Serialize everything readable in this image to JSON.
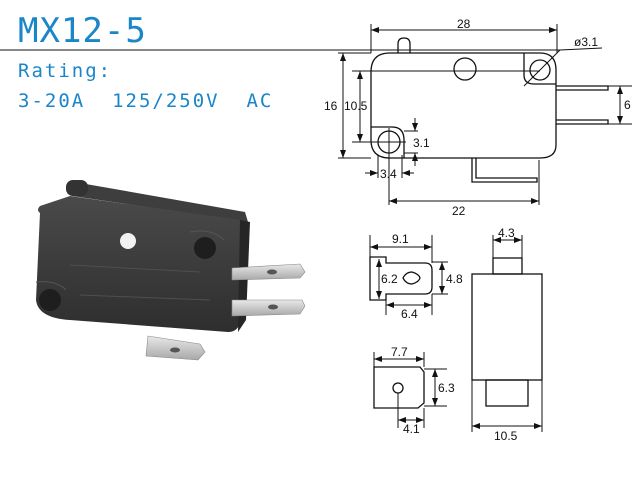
{
  "header": {
    "model": "MX12-5",
    "rating_label": "Rating:",
    "rating_value": "3-20A  125/250V  AC"
  },
  "colors": {
    "title": "#1a86c8",
    "line": "#111111",
    "switch_body": "#3a3a3a"
  },
  "photo": {
    "description": "black micro switch with three terminals"
  },
  "front_view": {
    "dims": {
      "width": "28",
      "hole_dia": "ø3.1",
      "height": "16",
      "hole_spacing_v": "10.5",
      "terminal_spacing": "6",
      "hole_offset_v": "3.1",
      "hole_offset_h": "3.4",
      "hole_spacing_h": "22"
    }
  },
  "terminal_top": {
    "dims": {
      "length": "9.1",
      "hole": "6.2",
      "width": "4.8",
      "blade": "6.4"
    }
  },
  "terminal_bottom": {
    "dims": {
      "length": "7.7",
      "width": "6.3",
      "hole_pos": "4.1"
    }
  },
  "side_view": {
    "dims": {
      "actuator_width": "4.3",
      "body_width": "10.5"
    }
  }
}
